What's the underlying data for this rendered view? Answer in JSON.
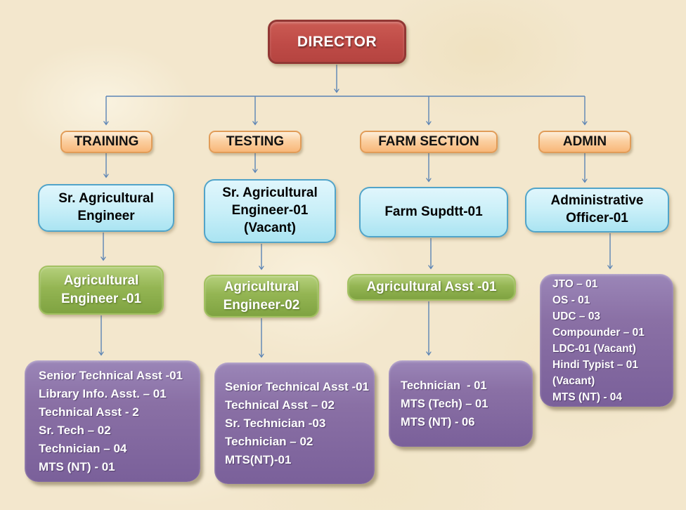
{
  "director": {
    "label": "DIRECTOR"
  },
  "branches": [
    {
      "section": "TRAINING",
      "head": "Sr. Agricultural Engineer",
      "officer": "Agricultural Engineer -01",
      "staff": [
        "Senior Technical Asst -01",
        "Library Info. Asst. – 01",
        "Technical Asst - 2",
        "Sr. Tech – 02",
        "Technician – 04",
        "MTS (NT) - 01"
      ]
    },
    {
      "section": "TESTING",
      "head": "Sr. Agricultural Engineer-01 (Vacant)",
      "officer": "Agricultural Engineer-02",
      "staff": [
        "Senior Technical Asst -01",
        "Technical Asst – 02",
        "Sr. Technician -03",
        "Technician – 02",
        "MTS(NT)-01"
      ]
    },
    {
      "section": "FARM SECTION",
      "head": "Farm Supdtt-01",
      "officer": "Agricultural Asst -01",
      "staff": [
        "Technician  - 01",
        "MTS (Tech) – 01",
        "MTS (NT) - 06"
      ]
    },
    {
      "section": "ADMIN",
      "head": "Administrative Officer-01",
      "staff": [
        "JTO – 01",
        "OS - 01",
        "UDC – 03",
        "Compounder – 01",
        "LDC-01 (Vacant)",
        "Hindi Typist – 01 (Vacant)",
        "MTS (NT) - 04"
      ]
    }
  ],
  "colors": {
    "background": "#f3e7cd",
    "director_red": "#bf4b47",
    "director_border": "#923734",
    "section_orange": "#f8b779",
    "section_border": "#e19c58",
    "head_blue": "#bce9f5",
    "head_border": "#51a4c9",
    "officer_green": "#8cab4a",
    "staff_purple": "#8268a0",
    "connector_blue": "#5b84b5",
    "text_light": "#ffffff",
    "text_dark": "#121212"
  }
}
